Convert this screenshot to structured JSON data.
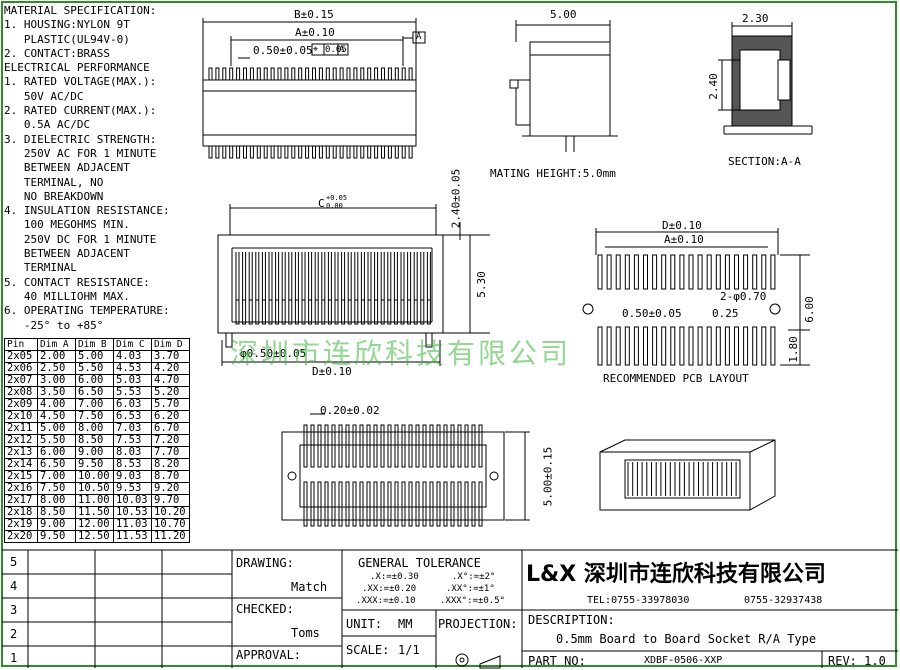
{
  "spec": {
    "lines": [
      "MATERIAL SPECIFICATION:",
      "1. HOUSING:NYLON 9T",
      "   PLASTIC(UL94V-0)",
      "2. CONTACT:BRASS",
      "ELECTRICAL PERFORMANCE",
      "1. RATED VOLTAGE(MAX.):",
      "   50V AC/DC",
      "2. RATED CURRENT(MAX.):",
      "   0.5A AC/DC",
      "3. DIELECTRIC STRENGTH:",
      "   250V AC FOR 1 MINUTE",
      "   BETWEEN ADJACENT",
      "   TERMINAL, NO",
      "   NO BREAKDOWN",
      "4. INSULATION RESISTANCE:",
      "   100 MEGOHMS MIN.",
      "   250V DC FOR 1 MINUTE",
      "   BETWEEN ADJACENT",
      "   TERMINAL",
      "5. CONTACT RESISTANCE:",
      "   40 MILLIOHM MAX.",
      "6. OPERATING TEMPERATURE:",
      "   -25° to +85°"
    ]
  },
  "table": {
    "headers": [
      "Pin",
      "Dim A",
      "Dim B",
      "Dim C",
      "Dim D"
    ],
    "rows": [
      [
        "2x05",
        "2.00",
        "5.00",
        "4.03",
        "3.70"
      ],
      [
        "2x06",
        "2.50",
        "5.50",
        "4.53",
        "4.20"
      ],
      [
        "2x07",
        "3.00",
        "6.00",
        "5.03",
        "4.70"
      ],
      [
        "2x08",
        "3.50",
        "6.50",
        "5.53",
        "5.20"
      ],
      [
        "2x09",
        "4.00",
        "7.00",
        "6.03",
        "5.70"
      ],
      [
        "2x10",
        "4.50",
        "7.50",
        "6.53",
        "6.20"
      ],
      [
        "2x11",
        "5.00",
        "8.00",
        "7.03",
        "6.70"
      ],
      [
        "2x12",
        "5.50",
        "8.50",
        "7.53",
        "7.20"
      ],
      [
        "2x13",
        "6.00",
        "9.00",
        "8.03",
        "7.70"
      ],
      [
        "2x14",
        "6.50",
        "9.50",
        "8.53",
        "8.20"
      ],
      [
        "2x15",
        "7.00",
        "10.00",
        "9.03",
        "8.70"
      ],
      [
        "2x16",
        "7.50",
        "10.50",
        "9.53",
        "9.20"
      ],
      [
        "2x17",
        "8.00",
        "11.00",
        "10.03",
        "9.70"
      ],
      [
        "2x18",
        "8.50",
        "11.50",
        "10.53",
        "10.20"
      ],
      [
        "2x19",
        "9.00",
        "12.00",
        "11.03",
        "10.70"
      ],
      [
        "2x20",
        "9.50",
        "12.50",
        "11.53",
        "11.20"
      ]
    ]
  },
  "dims": {
    "b": "B±0.15",
    "a": "A±0.10",
    "pitch": "0.50±0.05",
    "gdt_val": "0.05",
    "datum": "A",
    "w500": "5.00",
    "w230": "2.30",
    "h240": "2.40",
    "section": "SECTION:A-A",
    "mating": "MATING HEIGHT:5.0mm",
    "c": "C",
    "c_tol_up": "+0.05",
    "c_tol_dn": "0.00",
    "h240b": "2.40±0.05",
    "h530": "5.30",
    "pitch2": "φ0.50±0.05",
    "d": "D±0.10",
    "d2": "D±0.10",
    "a2": "A±0.10",
    "holes": "2-φ0.70",
    "pitch3": "0.50±0.05",
    "w025": "0.25",
    "h600": "6.00",
    "h180": "1.80",
    "pcb": "RECOMMENDED PCB LAYOUT",
    "w020": "0.20±0.02",
    "h500": "5.00±0.15"
  },
  "watermark": "深圳市连欣科技有限公司",
  "title_block": {
    "rev_nums": [
      "5",
      "4",
      "3",
      "2",
      "1"
    ],
    "drawing_label": "DRAWING:",
    "drawing_val": "Match",
    "checked_label": "CHECKED:",
    "checked_val": "Toms",
    "approval_label": "APPROVAL:",
    "tol_title": "GENERAL TOLERANCE",
    "tol": [
      ".X:=±0.30",
      ".X°:=±2°",
      ".XX:=±0.20",
      ".XX°:=±1°",
      ".XXX:=±0.10",
      ".XXX°:=±0.5°"
    ],
    "unit_label": "UNIT:",
    "unit_val": "MM",
    "projection_label": "PROJECTION:",
    "scale_label": "SCALE:",
    "scale_val": "1/1",
    "company": "L&X  深圳市连欣科技有限公司",
    "tel1": "TEL:0755-33978030",
    "tel2": "0755-32937438",
    "desc_label": "DESCRIPTION:",
    "desc_val": "0.5mm Board to Board Socket R/A Type",
    "part_label": "PART NO:",
    "part_val": "XDBF-0506-XXP",
    "rev_label": "REV: 1.0"
  }
}
